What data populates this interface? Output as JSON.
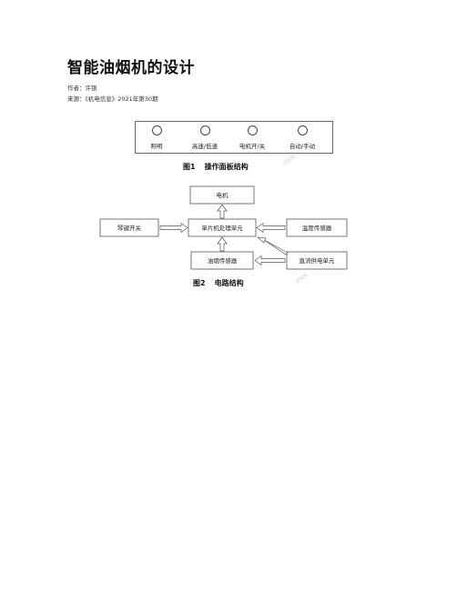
{
  "document": {
    "title": "智能油烟机的设计",
    "author": "作者：许银",
    "source": "来源：《机电信息》2021年第30期"
  },
  "figure1": {
    "controls": [
      {
        "label": "照明",
        "icon": "circle-knob-icon"
      },
      {
        "label": "高速/低速",
        "icon": "circle-knob-icon"
      },
      {
        "label": "电机开/关",
        "icon": "circle-knob-icon"
      },
      {
        "label": "自动/手动",
        "icon": "circle-knob-icon"
      }
    ],
    "caption_num": "图1",
    "caption_text": "操作面板结构"
  },
  "figure2": {
    "blocks": {
      "motor": "电机",
      "mcu": "单片机处理单元",
      "key_switch": "琴键开关",
      "temp_sensor": "温度传感器",
      "smoke_sensor": "油烟传感器",
      "dc_power": "直流供电单元"
    },
    "caption_num": "图2",
    "caption_text": "电路结构"
  },
  "watermark": "文档网"
}
